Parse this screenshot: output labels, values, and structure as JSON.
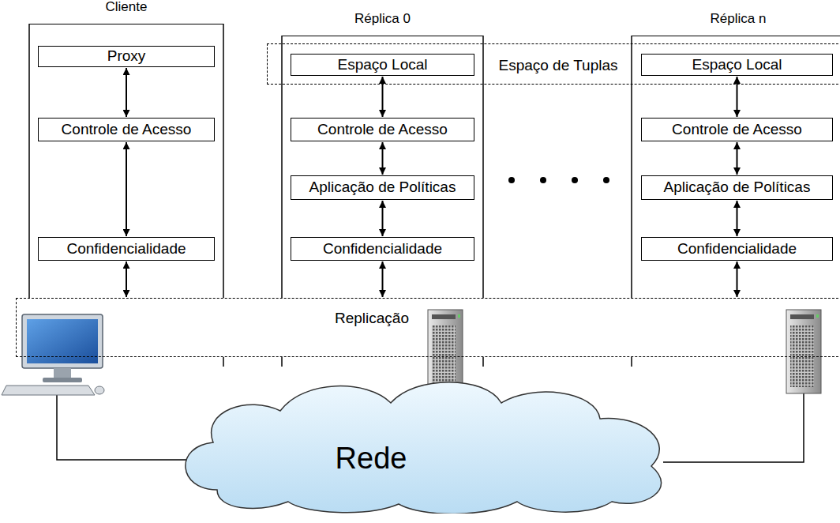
{
  "diagram": {
    "nodes": [
      {
        "text": [
          "Cliente"
        ]
      },
      {
        "text": [
          "Proxy"
        ],
        "in": 0
      },
      {
        "text": [
          "Controle de Acesso"
        ],
        "in": 0
      },
      {
        "text": [
          "Confidencialidade"
        ],
        "in": 0
      },
      {
        "text": [
          "Réplica 0"
        ]
      },
      {
        "text": [
          "Espaço Local"
        ],
        "in": 4
      },
      {
        "text": [
          "Controle de Acesso"
        ],
        "in": 4
      },
      {
        "text": [
          "Aplicação de Políticas"
        ],
        "in": 4
      },
      {
        "text": [
          "Confidencialidade"
        ],
        "in": 4
      },
      {
        "text": [
          "Réplica n"
        ]
      },
      {
        "text": [
          "Espaço Local"
        ],
        "in": 9
      },
      {
        "text": [
          "Controle de Acesso"
        ],
        "in": 9
      },
      {
        "text": [
          "Aplicação de Políticas"
        ],
        "in": 9
      },
      {
        "text": [
          "Confidencialidade"
        ],
        "in": 9
      },
      {
        "text": [
          "Espaço de Tuplas"
        ]
      },
      {
        "text": [
          "Replicação"
        ]
      },
      {
        "text": [
          "Rede"
        ]
      }
    ],
    "edges": [
      {
        "from": 1,
        "to": 2,
        "arrow": "both"
      },
      {
        "from": 2,
        "to": 3,
        "arrow": "both"
      },
      {
        "from": 3,
        "to": 15,
        "arrow": "both"
      },
      {
        "from": 5,
        "to": 6,
        "arrow": "both"
      },
      {
        "from": 6,
        "to": 7,
        "arrow": "both"
      },
      {
        "from": 7,
        "to": 8,
        "arrow": "both"
      },
      {
        "from": 8,
        "to": 15,
        "arrow": "both"
      },
      {
        "from": 10,
        "to": 11,
        "arrow": "both"
      },
      {
        "from": 11,
        "to": 12,
        "arrow": "both"
      },
      {
        "from": 12,
        "to": 13,
        "arrow": "both"
      },
      {
        "from": 13,
        "to": 15,
        "arrow": "both"
      }
    ]
  }
}
